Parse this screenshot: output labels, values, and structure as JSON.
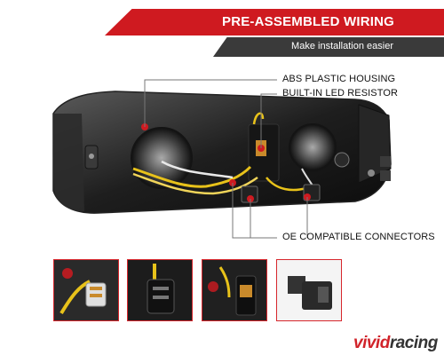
{
  "banner": {
    "title": "PRE-ASSEMBLED WIRING",
    "subtitle": "Make installation easier"
  },
  "callouts": {
    "housing": "ABS PLASTIC HOUSING",
    "resistor": "BUILT-IN LED RESISTOR",
    "connectors": "OE COMPATIBLE CONNECTORS"
  },
  "thumbnails": [
    {
      "name": "led-bulb-plug-closeup"
    },
    {
      "name": "bulb-socket-closeup"
    },
    {
      "name": "resistor-harness-closeup"
    },
    {
      "name": "oe-connector-closeup"
    }
  ],
  "logo": {
    "text_a": "vivid",
    "text_b": "racing"
  },
  "colors": {
    "accent_red": "#cf1a20",
    "banner_dark": "#3a3a3a",
    "wire_yellow": "#e8c21a"
  }
}
